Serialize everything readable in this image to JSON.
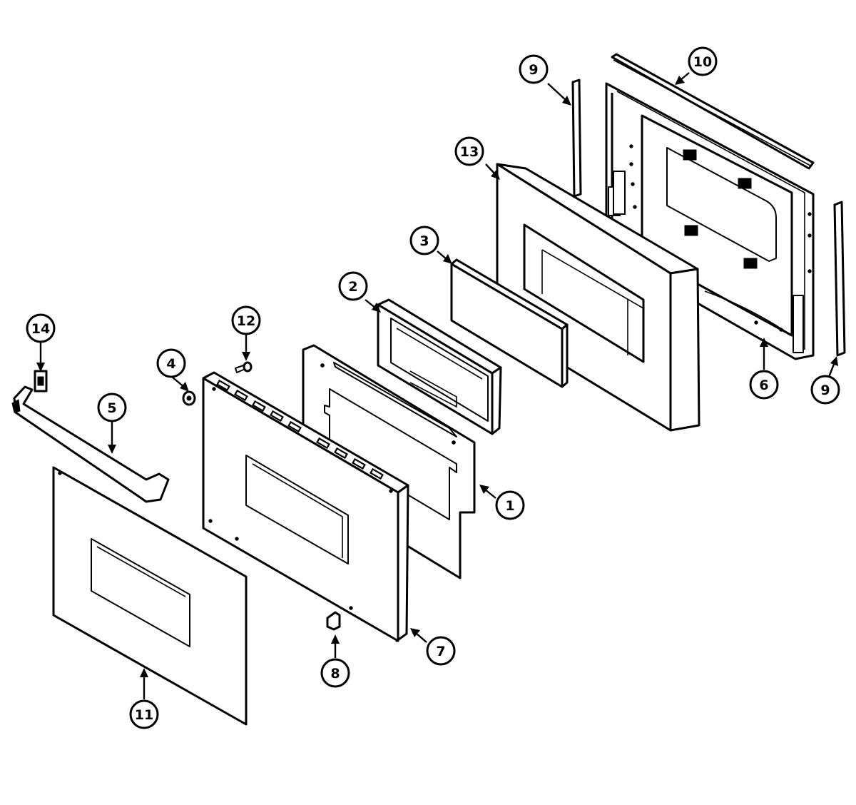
{
  "diagram": {
    "callouts": [
      {
        "id": "c1",
        "label": "1"
      },
      {
        "id": "c2",
        "label": "2"
      },
      {
        "id": "c3",
        "label": "3"
      },
      {
        "id": "c4",
        "label": "4"
      },
      {
        "id": "c5",
        "label": "5"
      },
      {
        "id": "c6",
        "label": "6"
      },
      {
        "id": "c7",
        "label": "7"
      },
      {
        "id": "c8",
        "label": "8"
      },
      {
        "id": "c9a",
        "label": "9"
      },
      {
        "id": "c9b",
        "label": "9"
      },
      {
        "id": "c10",
        "label": "10"
      },
      {
        "id": "c11",
        "label": "11"
      },
      {
        "id": "c12",
        "label": "12"
      },
      {
        "id": "c13",
        "label": "13"
      },
      {
        "id": "c14",
        "label": "14"
      }
    ]
  }
}
